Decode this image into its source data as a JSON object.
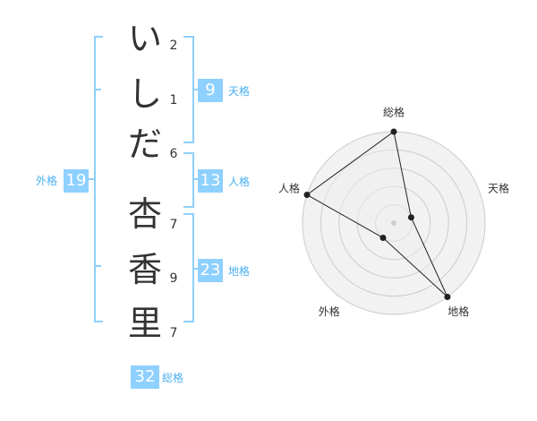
{
  "name_chars": [
    {
      "char": "い",
      "strokes": "2"
    },
    {
      "char": "し",
      "strokes": "1"
    },
    {
      "char": "だ",
      "strokes": "6"
    },
    {
      "char": "杏",
      "strokes": "7"
    },
    {
      "char": "香",
      "strokes": "9"
    },
    {
      "char": "里",
      "strokes": "7"
    }
  ],
  "kaku": {
    "tenkaku": {
      "value": "9",
      "label": "天格"
    },
    "jinkaku": {
      "value": "13",
      "label": "人格"
    },
    "chikaku": {
      "value": "23",
      "label": "地格"
    },
    "gaikaku": {
      "value": "19",
      "label": "外格"
    },
    "soukaku": {
      "value": "32",
      "label": "総格"
    }
  },
  "chart_data": {
    "type": "radar",
    "axes": [
      "総格",
      "天格",
      "地格",
      "外格",
      "人格"
    ],
    "levels": 5,
    "values": [
      5,
      1,
      5,
      1,
      5
    ],
    "colors": {
      "line": "#222222",
      "fill": "#f2f2f2",
      "grid": "#cccccc",
      "center": "#cccccc"
    }
  }
}
